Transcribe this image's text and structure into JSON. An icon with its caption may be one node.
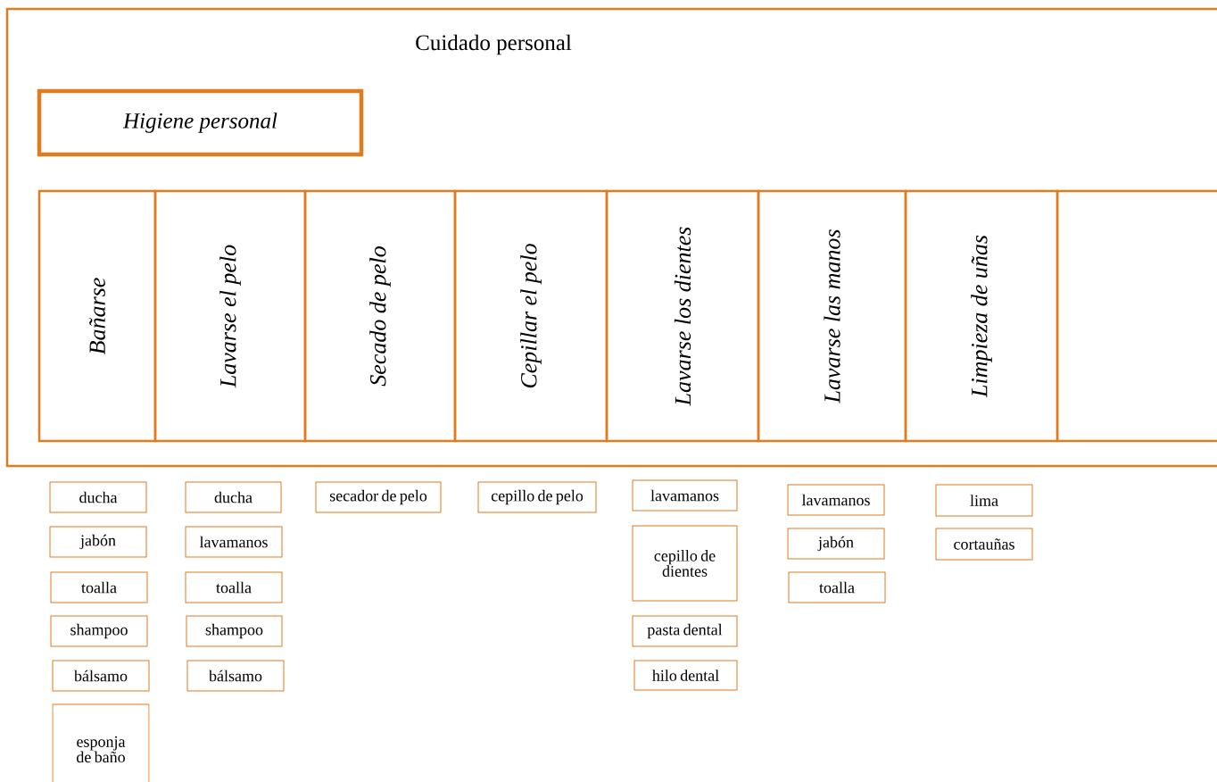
{
  "diagram": {
    "nodes": [
      {
        "text": [
          "Cuidado personal"
        ]
      },
      {
        "text": [
          "Higiene personal"
        ],
        "in": 0
      },
      {
        "text": [
          "Bañarse"
        ],
        "in": 0
      },
      {
        "text": [
          "Lavarse el pelo"
        ],
        "in": 0
      },
      {
        "text": [
          "Secado de pelo"
        ],
        "in": 0
      },
      {
        "text": [
          "Cepillar el pelo"
        ],
        "in": 0
      },
      {
        "text": [
          "Lavarse los dientes"
        ],
        "in": 0
      },
      {
        "text": [
          "Lavarse las manos"
        ],
        "in": 0
      },
      {
        "text": [
          "Limpieza de uñas"
        ],
        "in": 0
      },
      {
        "text": [],
        "shape": "box",
        "in": 0
      },
      {
        "text": [
          "ducha"
        ]
      },
      {
        "text": [
          "jabón"
        ]
      },
      {
        "text": [
          "toalla"
        ]
      },
      {
        "text": [
          "shampoo"
        ]
      },
      {
        "text": [
          "bálsamo"
        ]
      },
      {
        "text": [
          "esponja de baño"
        ]
      },
      {
        "text": [
          "ducha"
        ]
      },
      {
        "text": [
          "lavamanos"
        ]
      },
      {
        "text": [
          "toalla"
        ]
      },
      {
        "text": [
          "shampoo"
        ]
      },
      {
        "text": [
          "bálsamo"
        ]
      },
      {
        "text": [
          "secador de pelo"
        ]
      },
      {
        "text": [
          "cepillo de pelo"
        ]
      },
      {
        "text": [
          "lavamanos"
        ]
      },
      {
        "text": [
          "cepillo de dientes"
        ]
      },
      {
        "text": [
          "pasta dental"
        ]
      },
      {
        "text": [
          "hilo dental"
        ]
      },
      {
        "text": [
          "lavamanos"
        ]
      },
      {
        "text": [
          "jabón"
        ]
      },
      {
        "text": [
          "toalla"
        ]
      },
      {
        "text": [
          "lima"
        ]
      },
      {
        "text": [
          "cortauñas"
        ]
      }
    ]
  }
}
